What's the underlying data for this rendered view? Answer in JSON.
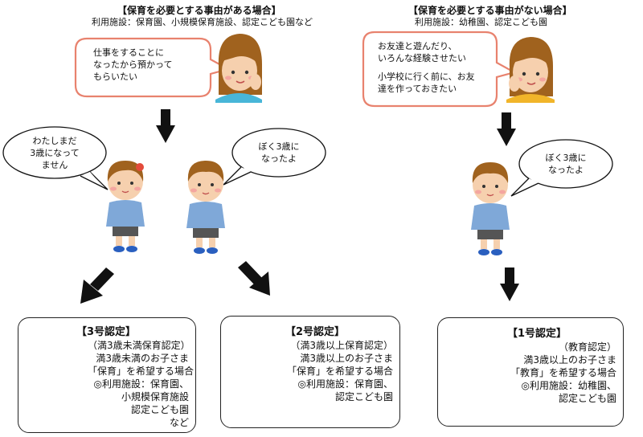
{
  "left": {
    "header_title": "【保育を必要とする事由がある場合】",
    "header_sub": "利用施設：保育園、小規模保育施設、認定こども園など",
    "mother_bubble": [
      "仕事をすることに",
      "なったから預かって",
      "もらいたい"
    ],
    "girl_speech": [
      "わたしまだ",
      "3歳になって",
      "ません"
    ],
    "boy_speech": [
      "ぼく3歳に",
      "なったよ"
    ]
  },
  "right": {
    "header_title": "【保育を必要とする事由がない場合】",
    "header_sub": "利用施設：幼稚園、認定こども園",
    "mother_bubble": [
      "お友達と遊んだり、",
      "いろんな経験させたい",
      "",
      "小学校に行く前に、お友",
      "達を作っておきたい"
    ],
    "boy_speech": [
      "ぼく3歳に",
      "なったよ"
    ]
  },
  "boxes": {
    "no3": {
      "title": "【3号認定】",
      "lines": [
        "（満3歳未満保育認定）",
        "満3歳未満のお子さま",
        "「保育」を希望する場合",
        "◎利用施設：保育園、",
        "小規模保育施設",
        "認定こども園",
        "など"
      ]
    },
    "no2": {
      "title": "【2号認定】",
      "lines": [
        "（満3歳以上保育認定）",
        "満3歳以上のお子さま",
        "「保育」を希望する場合",
        "◎利用施設：保育園、",
        "認定こども園"
      ]
    },
    "no1": {
      "title": "【1号認定】",
      "lines": [
        "（教育認定）",
        "満3歳以上のお子さま",
        "「教育」を希望する場合",
        "◎利用施設：幼稚園、",
        "認定こども園"
      ]
    }
  },
  "colors": {
    "bubble_border": "#e8826e",
    "arrow": "#111111",
    "uniform_blue": "#7fa8d8",
    "hat_blue": "#1b55b0",
    "skin": "#f6d0ae",
    "hair_brown": "#a0621e"
  }
}
